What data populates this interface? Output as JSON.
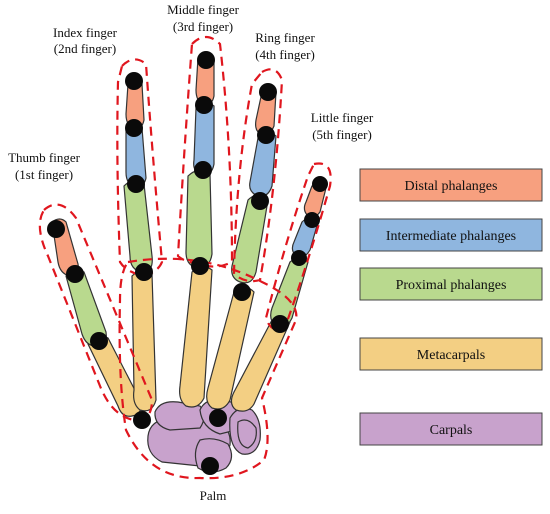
{
  "labels": {
    "index_finger_1": "Index finger",
    "index_finger_2": "(2nd finger)",
    "middle_finger_1": "Middle finger",
    "middle_finger_2": "(3rd finger)",
    "ring_finger_1": "Ring finger",
    "ring_finger_2": "(4th finger)",
    "little_finger_1": "Little finger",
    "little_finger_2": "(5th finger)",
    "thumb_finger_1": "Thumb finger",
    "thumb_finger_2": "(1st finger)",
    "palm": "Palm"
  },
  "legend": [
    {
      "label": "Distal phalanges",
      "color": "#f7a07f"
    },
    {
      "label": "Intermediate phalanges",
      "color": "#8fb6df"
    },
    {
      "label": "Proximal phalanges",
      "color": "#b9d98e"
    },
    {
      "label": "Metacarpals",
      "color": "#f3cf83"
    },
    {
      "label": "Carpals",
      "color": "#c8a2cc"
    }
  ],
  "colors": {
    "distal": "#f7a07f",
    "intermediate": "#8fb6df",
    "proximal": "#b9d98e",
    "metacarpal": "#f3cf83",
    "carpal": "#c8a2cc",
    "outline": "#e0161e",
    "joint": "#0a0a0a"
  }
}
